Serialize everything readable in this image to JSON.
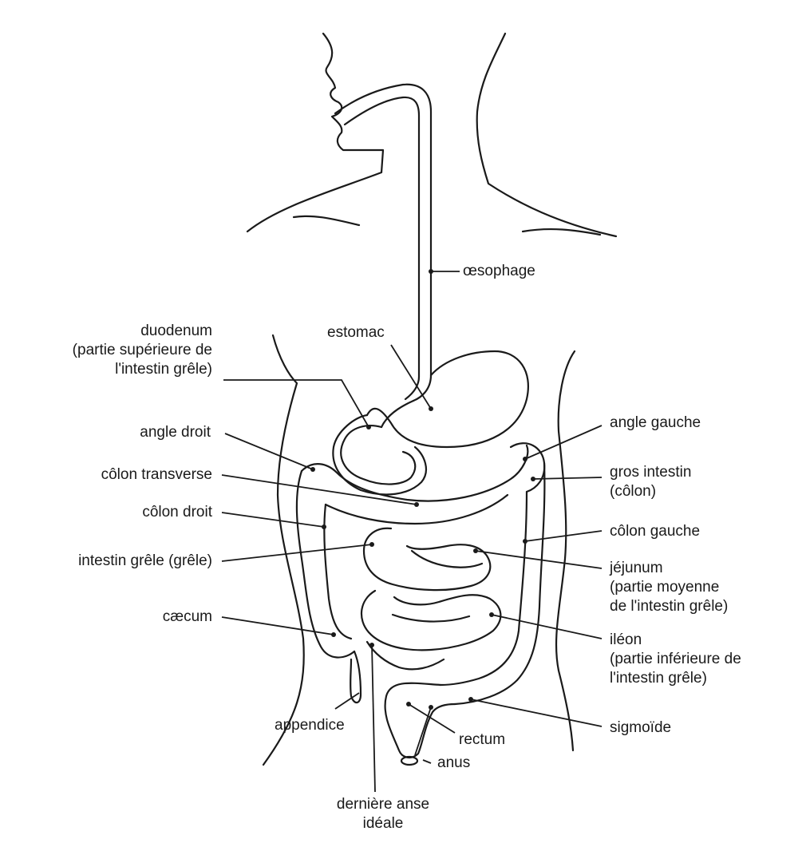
{
  "labels": {
    "oesophage": "œsophage",
    "estomac": "estomac",
    "duodenum": [
      "duodenum",
      "(partie supérieure de",
      "l'intestin grêle)"
    ],
    "angle_droit": "angle droit",
    "colon_transverse": "côlon transverse",
    "colon_droit": "côlon droit",
    "intestin_grele": "intestin grêle (grêle)",
    "caecum": "cæcum",
    "appendice": "appendice",
    "derniere_anse": [
      "dernière anse",
      "idéale"
    ],
    "angle_gauche": "angle gauche",
    "gros_intestin": [
      "gros intestin",
      "(côlon)"
    ],
    "colon_gauche": "côlon gauche",
    "jejunum": [
      "jéjunum",
      "(partie moyenne",
      "de l'intestin grêle)"
    ],
    "ileon": [
      "iléon",
      "(partie inférieure de",
      "l'intestin grêle)"
    ],
    "sigmoide": "sigmoïde",
    "rectum": "rectum",
    "anus": "anus"
  }
}
